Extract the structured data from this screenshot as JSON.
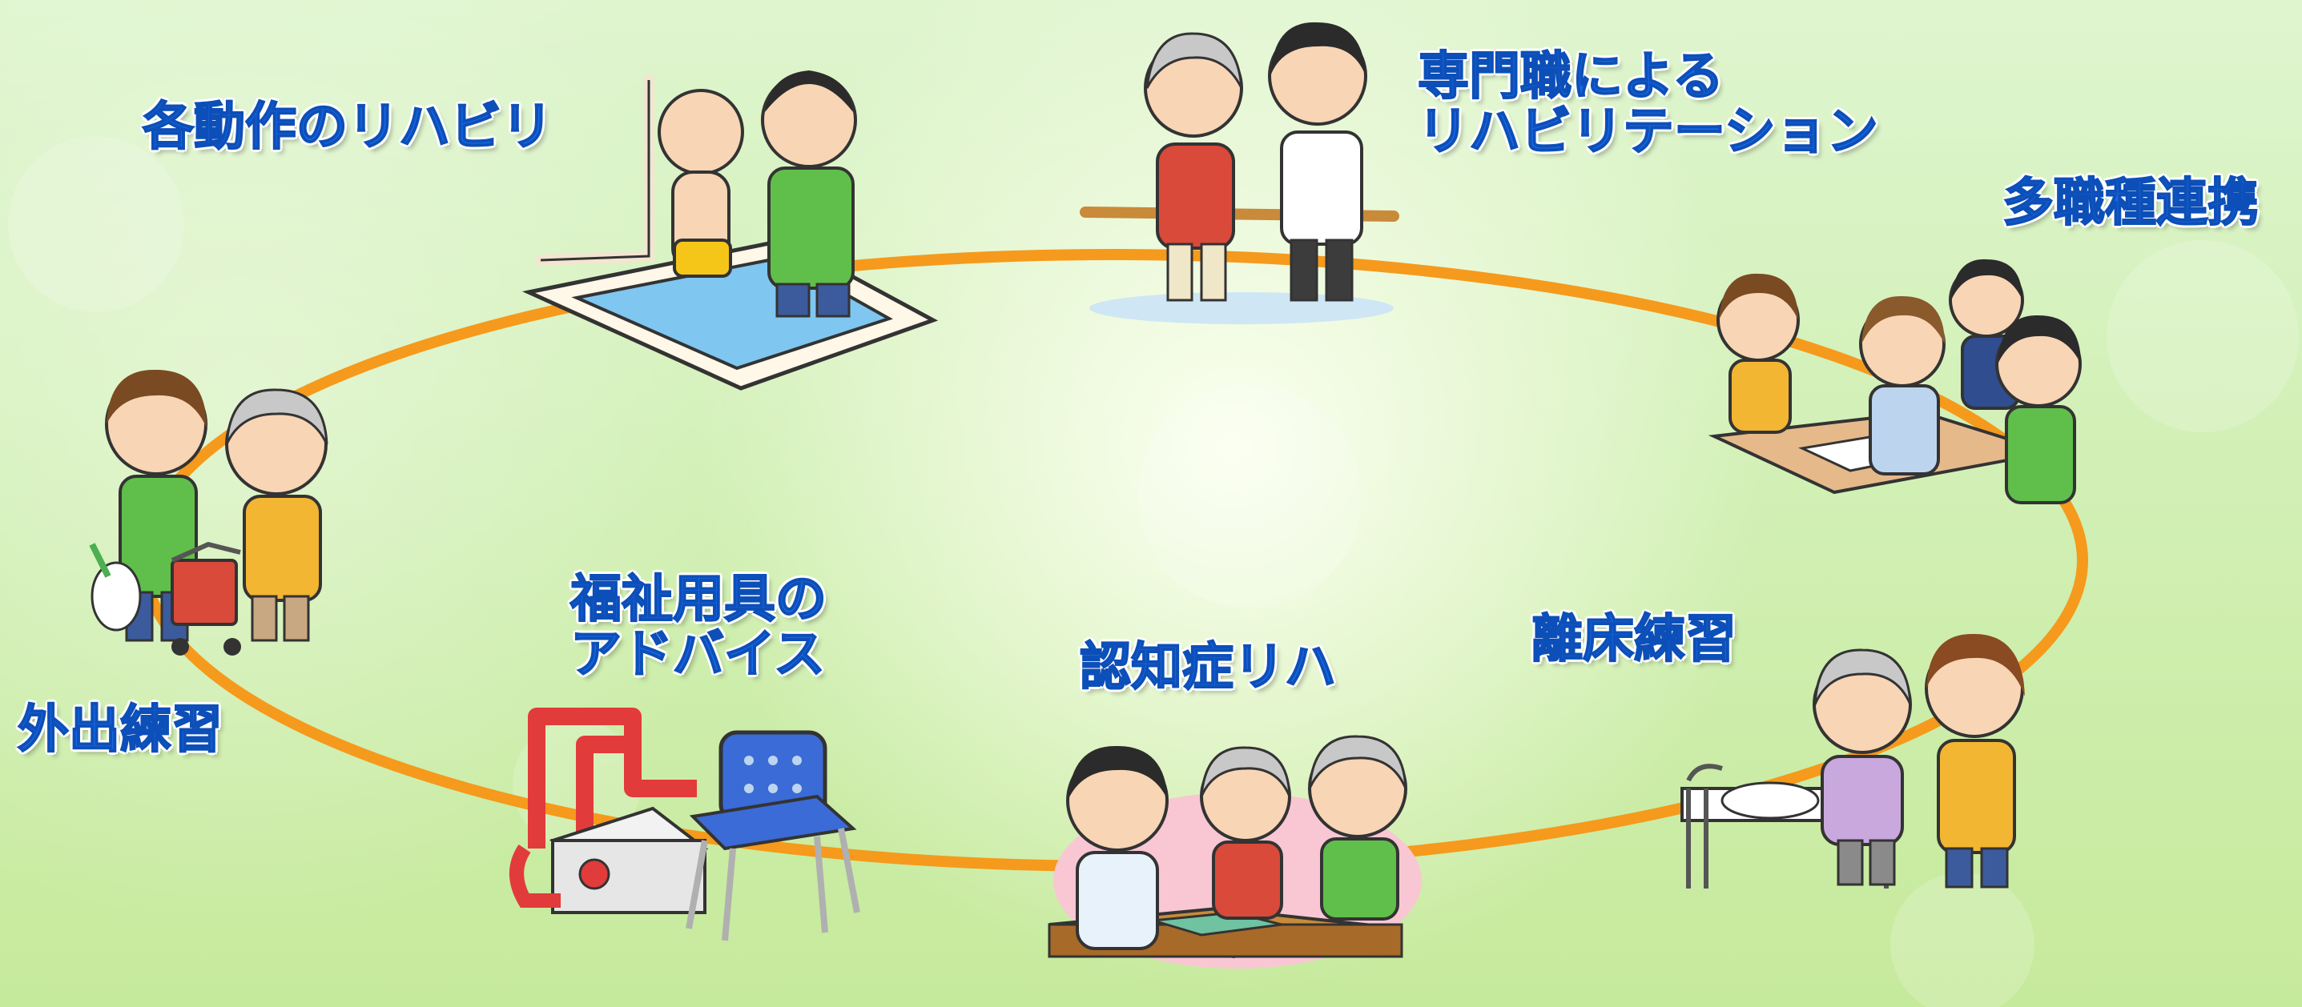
{
  "labels": {
    "each_motion_rehab": "各動作のリハビリ",
    "professional_rehab": "専門職による\nリハビリテーション",
    "multidisciplinary": "多職種連携",
    "bed_leaving": "離床練習",
    "dementia_rehab": "認知症リハ",
    "welfare_equipment": "福祉用具の\nアドバイス",
    "going_out": "外出練習"
  },
  "colors": {
    "ring": "#f59a1c",
    "label_fill": "#1769e8",
    "label_outline": "#ffffff"
  }
}
